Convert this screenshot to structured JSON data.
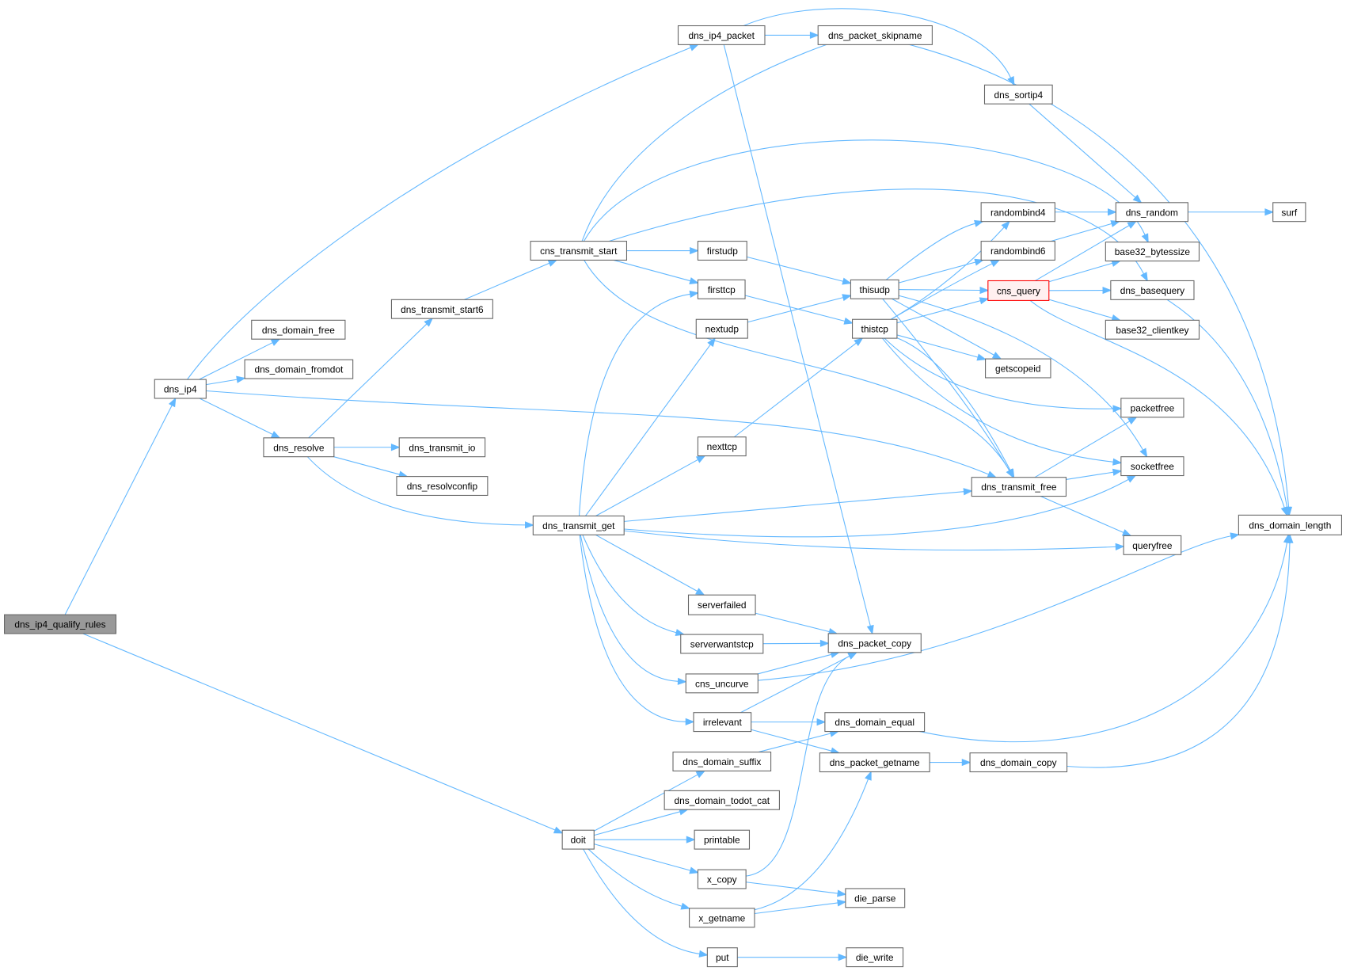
{
  "graph": {
    "title": "dns_ip4_qualify_rules call graph",
    "colors": {
      "edge": "#63b8ff",
      "root_fill": "#999999",
      "highlight_border": "#ff0000",
      "node_border": "#666666"
    },
    "root": "dns_ip4_qualify_rules",
    "highlighted": [
      "cns_query"
    ],
    "nodes": [
      "dns_ip4_qualify_rules",
      "dns_ip4",
      "dns_ip4_packet",
      "dns_packet_skipname",
      "dns_sortip4",
      "dns_domain_free",
      "dns_domain_fromdot",
      "dns_resolve",
      "dns_transmit_start6",
      "cns_transmit_start",
      "dns_transmit_io",
      "dns_resolvconfip",
      "dns_transmit_get",
      "firstudp",
      "firsttcp",
      "nextudp",
      "nexttcp",
      "thisudp",
      "thistcp",
      "randombind4",
      "randombind6",
      "cns_query",
      "getscopeid",
      "dns_random",
      "surf",
      "base32_bytessize",
      "dns_basequery",
      "base32_clientkey",
      "packetfree",
      "socketfree",
      "dns_transmit_free",
      "queryfree",
      "dns_domain_length",
      "serverfailed",
      "serverwantstcp",
      "cns_uncurve",
      "irrelevant",
      "dns_packet_copy",
      "dns_domain_equal",
      "dns_domain_suffix",
      "dns_packet_getname",
      "dns_domain_copy",
      "dns_domain_todot_cat",
      "doit",
      "printable",
      "x_copy",
      "x_getname",
      "die_parse",
      "put",
      "die_write"
    ],
    "edges": [
      [
        "dns_ip4_qualify_rules",
        "dns_ip4"
      ],
      [
        "dns_ip4_qualify_rules",
        "doit"
      ],
      [
        "dns_ip4",
        "dns_ip4_packet"
      ],
      [
        "dns_ip4",
        "dns_domain_free"
      ],
      [
        "dns_ip4",
        "dns_domain_fromdot"
      ],
      [
        "dns_ip4",
        "dns_resolve"
      ],
      [
        "dns_ip4",
        "dns_transmit_free"
      ],
      [
        "dns_ip4_packet",
        "dns_packet_skipname"
      ],
      [
        "dns_ip4_packet",
        "dns_sortip4"
      ],
      [
        "dns_ip4_packet",
        "dns_packet_copy"
      ],
      [
        "dns_sortip4",
        "dns_random"
      ],
      [
        "dns_resolve",
        "dns_transmit_start6"
      ],
      [
        "dns_resolve",
        "dns_transmit_io"
      ],
      [
        "dns_resolve",
        "dns_resolvconfip"
      ],
      [
        "dns_resolve",
        "dns_transmit_get"
      ],
      [
        "dns_transmit_start6",
        "cns_transmit_start"
      ],
      [
        "cns_transmit_start",
        "firstudp"
      ],
      [
        "cns_transmit_start",
        "firsttcp"
      ],
      [
        "cns_transmit_start",
        "dns_domain_length"
      ],
      [
        "cns_transmit_start",
        "base32_bytessize"
      ],
      [
        "cns_transmit_start",
        "dns_basequery"
      ],
      [
        "cns_transmit_start",
        "dns_transmit_free"
      ],
      [
        "firstudp",
        "thisudp"
      ],
      [
        "firsttcp",
        "thistcp"
      ],
      [
        "nextudp",
        "thisudp"
      ],
      [
        "nexttcp",
        "thistcp"
      ],
      [
        "thisudp",
        "randombind4"
      ],
      [
        "thisudp",
        "randombind6"
      ],
      [
        "thisudp",
        "cns_query"
      ],
      [
        "thisudp",
        "getscopeid"
      ],
      [
        "thisudp",
        "dns_transmit_free"
      ],
      [
        "thisudp",
        "socketfree"
      ],
      [
        "thistcp",
        "randombind4"
      ],
      [
        "thistcp",
        "randombind6"
      ],
      [
        "thistcp",
        "cns_query"
      ],
      [
        "thistcp",
        "getscopeid"
      ],
      [
        "thistcp",
        "packetfree"
      ],
      [
        "thistcp",
        "socketfree"
      ],
      [
        "thistcp",
        "dns_transmit_free"
      ],
      [
        "randombind4",
        "dns_random"
      ],
      [
        "randombind6",
        "dns_random"
      ],
      [
        "cns_query",
        "dns_random"
      ],
      [
        "cns_query",
        "base32_bytessize"
      ],
      [
        "cns_query",
        "dns_basequery"
      ],
      [
        "cns_query",
        "base32_clientkey"
      ],
      [
        "cns_query",
        "dns_domain_length"
      ],
      [
        "dns_random",
        "surf"
      ],
      [
        "dns_basequery",
        "dns_domain_length"
      ],
      [
        "dns_transmit_free",
        "packetfree"
      ],
      [
        "dns_transmit_free",
        "socketfree"
      ],
      [
        "dns_transmit_free",
        "queryfree"
      ],
      [
        "dns_transmit_get",
        "firsttcp"
      ],
      [
        "dns_transmit_get",
        "nextudp"
      ],
      [
        "dns_transmit_get",
        "nexttcp"
      ],
      [
        "dns_transmit_get",
        "dns_transmit_free"
      ],
      [
        "dns_transmit_get",
        "socketfree"
      ],
      [
        "dns_transmit_get",
        "queryfree"
      ],
      [
        "dns_transmit_get",
        "serverfailed"
      ],
      [
        "dns_transmit_get",
        "serverwantstcp"
      ],
      [
        "dns_transmit_get",
        "cns_uncurve"
      ],
      [
        "dns_transmit_get",
        "irrelevant"
      ],
      [
        "serverfailed",
        "dns_packet_copy"
      ],
      [
        "serverwantstcp",
        "dns_packet_copy"
      ],
      [
        "cns_uncurve",
        "dns_packet_copy"
      ],
      [
        "cns_uncurve",
        "dns_domain_length"
      ],
      [
        "irrelevant",
        "dns_packet_copy"
      ],
      [
        "irrelevant",
        "dns_domain_equal"
      ],
      [
        "irrelevant",
        "dns_packet_getname"
      ],
      [
        "dns_domain_equal",
        "dns_domain_length"
      ],
      [
        "dns_packet_getname",
        "dns_domain_copy"
      ],
      [
        "dns_domain_copy",
        "dns_domain_length"
      ],
      [
        "dns_domain_suffix",
        "dns_domain_equal"
      ],
      [
        "doit",
        "dns_domain_suffix"
      ],
      [
        "doit",
        "dns_domain_todot_cat"
      ],
      [
        "doit",
        "printable"
      ],
      [
        "doit",
        "x_copy"
      ],
      [
        "doit",
        "x_getname"
      ],
      [
        "doit",
        "put"
      ],
      [
        "x_copy",
        "dns_packet_copy"
      ],
      [
        "x_copy",
        "die_parse"
      ],
      [
        "x_getname",
        "dns_packet_getname"
      ],
      [
        "x_getname",
        "die_parse"
      ],
      [
        "put",
        "die_write"
      ]
    ]
  }
}
